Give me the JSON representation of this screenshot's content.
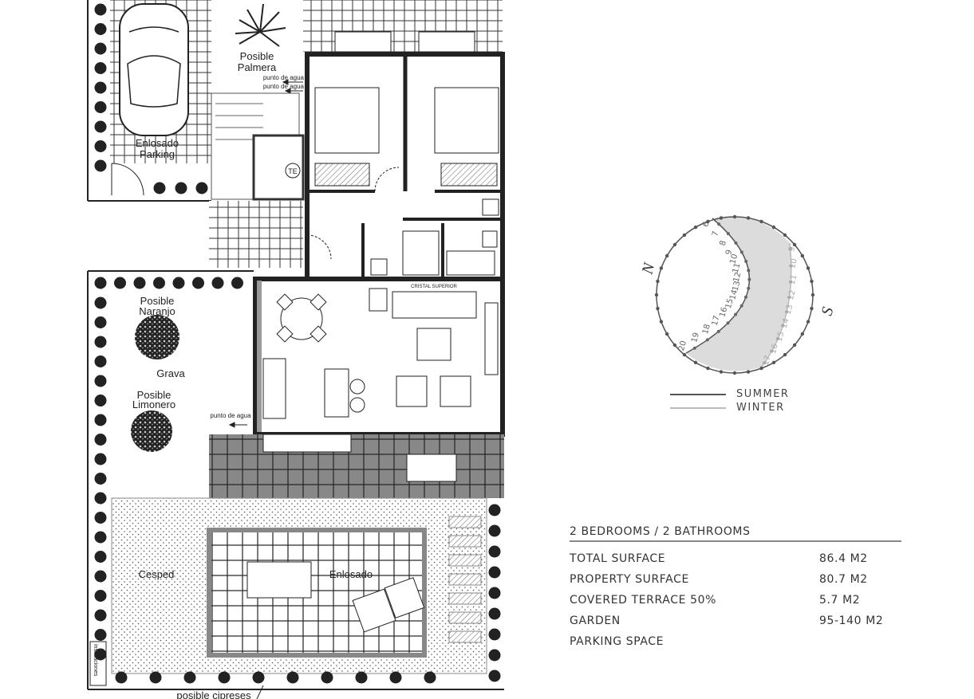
{
  "plan": {
    "parking_label_1": "Enlosado",
    "parking_label_2": "Parking",
    "palm_label_1": "Posible",
    "palm_label_2": "Palmera",
    "water_point_1": "punto de agua",
    "water_point_2": "punto de agua",
    "water_heater": "TE",
    "upper_glass": "CRISTAL SUPERIOR",
    "orange_label_1": "Posible",
    "orange_label_2": "Naranjo",
    "gravel_label": "Grava",
    "lemon_label_1": "Posible",
    "lemon_label_2": "Limonero",
    "water_point_3": "punto de agua",
    "lawn_label": "Cesped",
    "paving_label": "Enlosado",
    "installations_label": "instalaciones",
    "cypress_label": "posible cipreses"
  },
  "sun_diagram": {
    "north": "N",
    "south": "S",
    "summer_hours": [
      "6",
      "7",
      "8",
      "9",
      "10",
      "11",
      "12",
      "13",
      "14",
      "15",
      "16",
      "17",
      "18",
      "19",
      "20"
    ],
    "winter_hours": [
      "9",
      "10",
      "11",
      "12",
      "13",
      "14",
      "15",
      "16",
      "17"
    ],
    "legend": [
      {
        "label": "SUMMER",
        "color": "#555555"
      },
      {
        "label": "WINTER",
        "color": "#bbbbbb"
      }
    ]
  },
  "summary": {
    "title": "2 BEDROOMS / 2 BATHROOMS",
    "rows": [
      {
        "label": "TOTAL SURFACE",
        "value": "86.4 M2"
      },
      {
        "label": "PROPERTY SURFACE",
        "value": "80.7 M2"
      },
      {
        "label": "COVERED TERRACE  50%",
        "value": "5.7 M2"
      },
      {
        "label": "GARDEN",
        "value": "95-140 M2"
      },
      {
        "label": "PARKING SPACE",
        "value": ""
      }
    ]
  }
}
